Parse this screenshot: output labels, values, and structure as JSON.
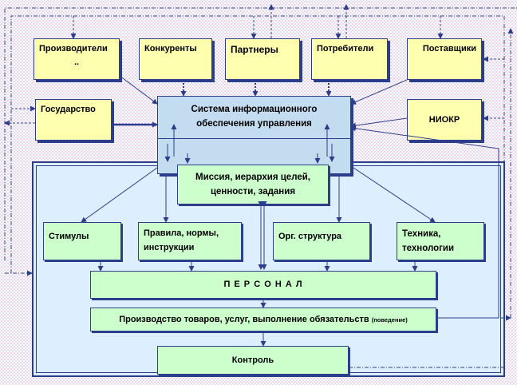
{
  "top_row": {
    "producers": "Производители",
    "producers_mark": "..",
    "competitors": "Конкуренты",
    "partners": "Партнеры",
    "consumers": "Потребители",
    "suppliers": "Поставщики"
  },
  "side": {
    "state": "Государство",
    "rnd": "НИОКР"
  },
  "system": {
    "line1": "Система информационного",
    "line2": "обеспечения управления"
  },
  "mission": {
    "line1": "Миссия, иерархия целей,",
    "line2": "ценности, задания"
  },
  "middle": {
    "incentives": "Стимулы",
    "rules_line1": "Правила, нормы,",
    "rules_line2": "инструкции",
    "org_structure": "Орг. структура",
    "tech_line1": "Техника,",
    "tech_line2": "технологии"
  },
  "personnel": "П Е Р С О Н А Л",
  "production": {
    "main": "Производство товаров, услуг, выполнение обязательств",
    "note": "(поведение)"
  },
  "control": "Контроль",
  "colors": {
    "outer_box": "#ffffb0",
    "inner_box": "#ccffcc",
    "system_box": "#c4dcf0",
    "panel": "#ddeeff",
    "line": "#2c3d8c"
  }
}
